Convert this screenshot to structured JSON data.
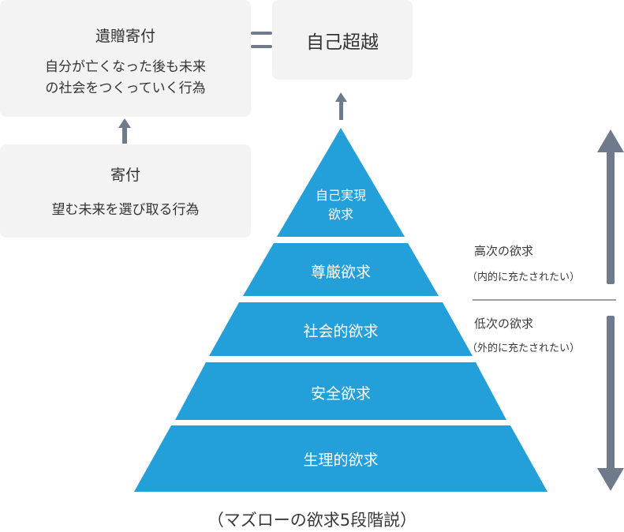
{
  "legacy_box": {
    "title": "遺贈寄付",
    "desc_line1": "自分が亡くなった後も未来",
    "desc_line2": "の社会をつくっていく行為"
  },
  "donation_box": {
    "title": "寄付",
    "desc": "望む未来を選び取る行為"
  },
  "equals_sign": "＝",
  "transcend_box": {
    "title": "自己超越"
  },
  "pyramid": {
    "levels": [
      {
        "line1": "自己実現",
        "line2": "欲求"
      },
      {
        "line1": "尊厳欲求"
      },
      {
        "line1": "社会的欲求"
      },
      {
        "line1": "安全欲求"
      },
      {
        "line1": "生理的欲求"
      }
    ],
    "fill_color": "#239fd9"
  },
  "higher_needs": {
    "label": "高次の欲求",
    "sub": "（内的に充たされたい）"
  },
  "lower_needs": {
    "label": "低次の欲求",
    "sub": "（外的に充たされたい）"
  },
  "caption": "（マズローの欲求5段階説）",
  "arrow_color": "#6f7a8c",
  "box_color": "#f3f3f3"
}
